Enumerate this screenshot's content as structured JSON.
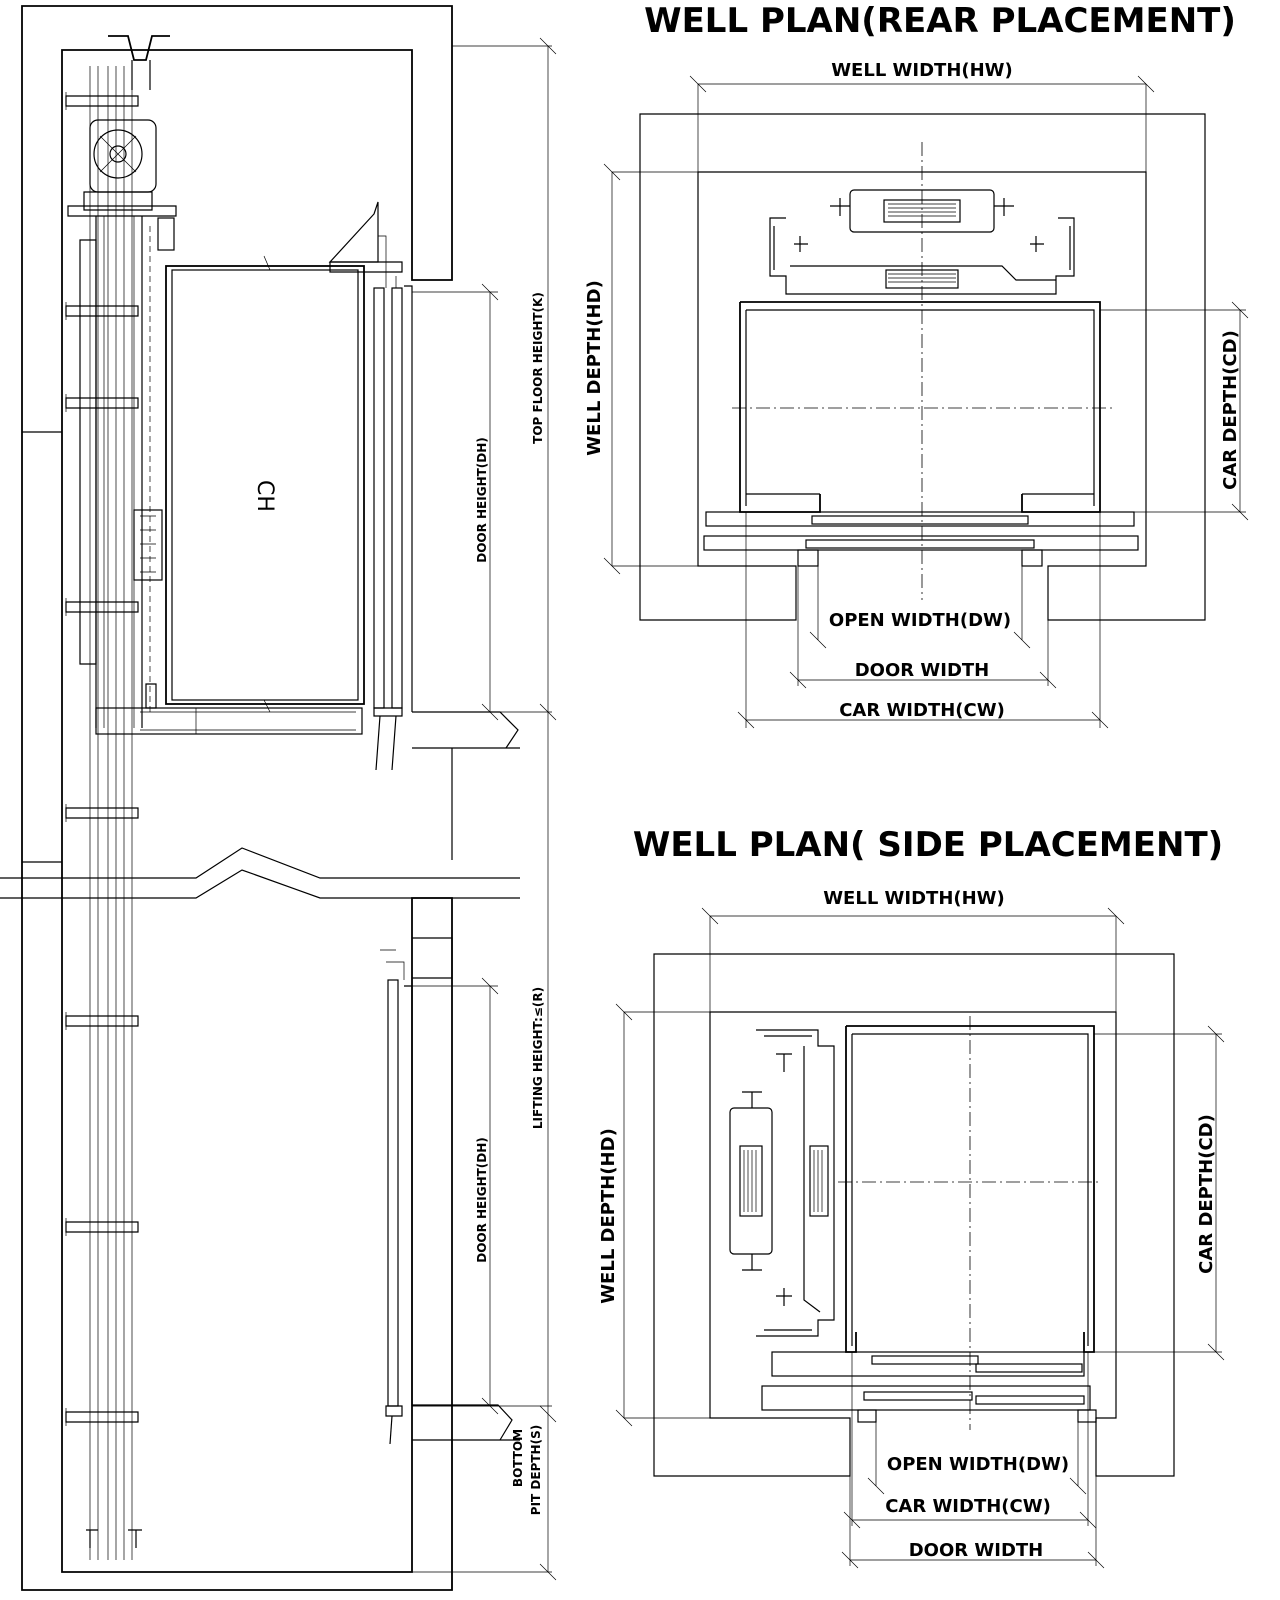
{
  "titles": {
    "rear": "WELL PLAN(REAR PLACEMENT)",
    "side": "WELL PLAN( SIDE PLACEMENT)"
  },
  "section": {
    "ch": "CH",
    "door_height_upper": "DOOR HEIGHT(DH)",
    "door_height_lower": "DOOR HEIGHT(DH)",
    "top_floor_height": "TOP FLOOR HEIGHT(K)",
    "lifting_height": "LIFTING HEIGHT:≤(R)",
    "bottom_pit_line1": "BOTTOM",
    "bottom_pit_line2": "PIT DEPTH(S)"
  },
  "rear_plan": {
    "well_width": "WELL WIDTH(HW)",
    "well_depth": "WELL DEPTH(HD)",
    "car_depth": "CAR DEPTH(CD)",
    "open_width": "OPEN WIDTH(DW)",
    "door_width": "DOOR WIDTH",
    "car_width": "CAR WIDTH(CW)"
  },
  "side_plan": {
    "well_width": "WELL WIDTH(HW)",
    "well_depth": "WELL DEPTH(HD)",
    "car_depth": "CAR DEPTH(CD)",
    "open_width": "OPEN WIDTH(DW)",
    "car_width": "CAR WIDTH(CW)",
    "door_width": "DOOR WIDTH"
  }
}
